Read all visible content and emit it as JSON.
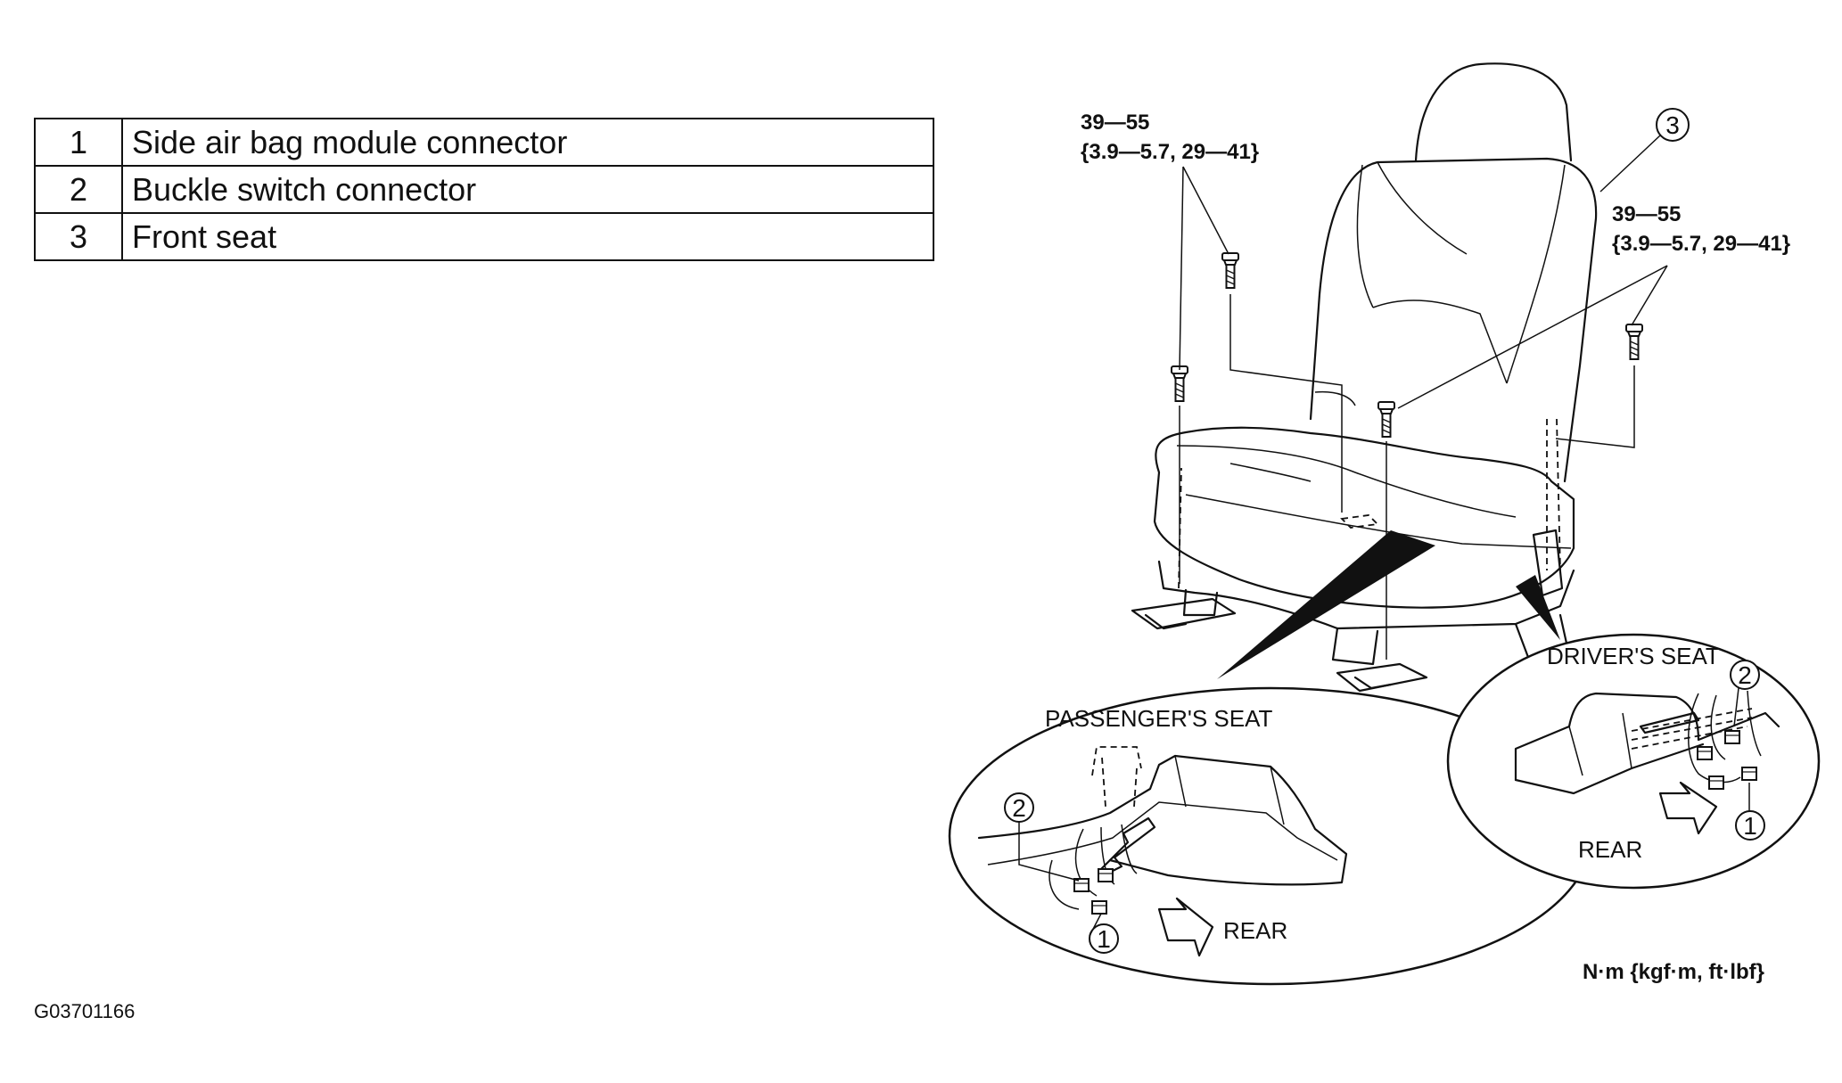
{
  "legend": [
    {
      "num": "1",
      "label": "Side air bag module connector"
    },
    {
      "num": "2",
      "label": "Buckle switch connector"
    },
    {
      "num": "3",
      "label": "Front seat"
    }
  ],
  "torque_left": {
    "line1": "39—55",
    "line2": "{3.9—5.7, 29—41}"
  },
  "torque_right": {
    "line1": "39—55",
    "line2": "{3.9—5.7, 29—41}"
  },
  "callouts": {
    "front_seat": "3",
    "buckle_switch": "2",
    "air_bag_connector": "1"
  },
  "detail_passenger": {
    "title": "PASSENGER'S SEAT",
    "direction": "REAR"
  },
  "detail_driver": {
    "title": "DRIVER'S SEAT",
    "direction": "REAR"
  },
  "units": "N·m {kgf·m, ft·lbf}",
  "figure_id": "G03701166"
}
